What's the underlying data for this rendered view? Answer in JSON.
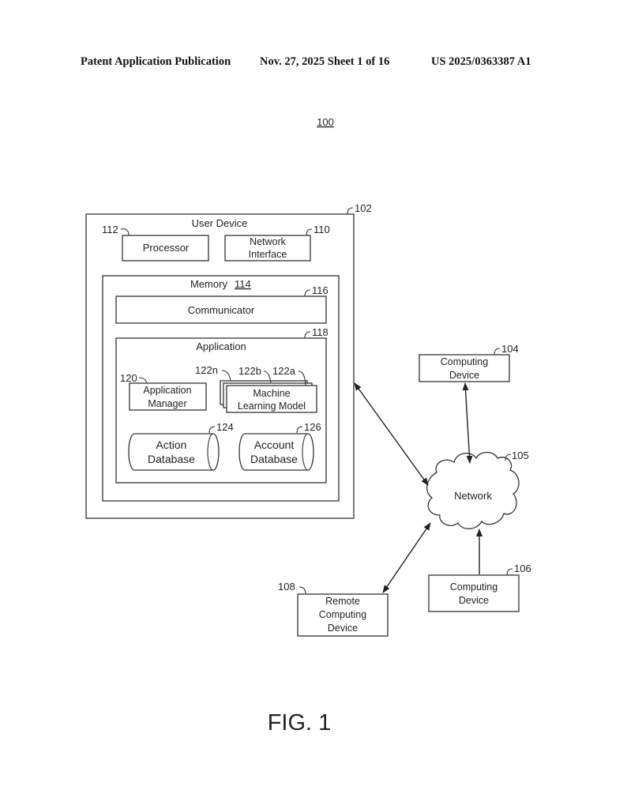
{
  "header": {
    "publication": "Patent Application Publication",
    "date_sheet": "Nov. 27, 2025  Sheet 1 of 16",
    "number": "US 2025/0363387 A1"
  },
  "figure_ref": "100",
  "figure_label": "FIG. 1",
  "user_device": {
    "title": "User Device",
    "ref": "102",
    "processor": {
      "label": "Processor",
      "ref": "112"
    },
    "network_interface": {
      "line1": "Network",
      "line2": "Interface",
      "ref": "110"
    },
    "memory": {
      "title": "Memory",
      "ref": "114",
      "communicator": {
        "label": "Communicator",
        "ref": "116"
      },
      "application": {
        "title": "Application",
        "ref": "118",
        "application_manager": {
          "line1": "Application",
          "line2": "Manager",
          "ref": "120"
        },
        "ml_model": {
          "line1": "Machine",
          "line2": "Learning Model",
          "refs": [
            "122n",
            "122b",
            "122a"
          ]
        },
        "action_database": {
          "line1": "Action",
          "line2": "Database",
          "ref": "124"
        },
        "account_database": {
          "line1": "Account",
          "line2": "Database",
          "ref": "126"
        }
      }
    }
  },
  "network": {
    "label": "Network",
    "ref": "105"
  },
  "computing_device_104": {
    "line1": "Computing",
    "line2": "Device",
    "ref": "104"
  },
  "computing_device_106": {
    "line1": "Computing",
    "line2": "Device",
    "ref": "106"
  },
  "remote_computing_device": {
    "line1": "Remote",
    "line2": "Computing",
    "line3": "Device",
    "ref": "108"
  }
}
